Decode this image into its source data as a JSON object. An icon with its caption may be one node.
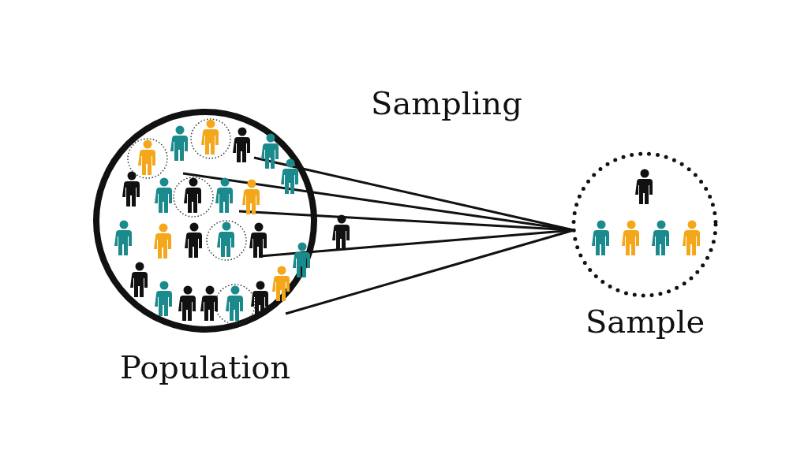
{
  "diagram": {
    "title": "Sampling",
    "nodes": [
      {
        "text": [
          "Population"
        ]
      },
      {
        "text": [
          "Sample"
        ]
      }
    ],
    "edges": [
      {
        "from": 0,
        "to": 1,
        "arrow": "none"
      },
      {
        "from": 0,
        "to": 1,
        "arrow": "none"
      },
      {
        "from": 0,
        "to": 1,
        "arrow": "none"
      },
      {
        "from": 0,
        "to": 1,
        "arrow": "none"
      },
      {
        "from": 0,
        "to": 1,
        "arrow": "none"
      }
    ]
  }
}
